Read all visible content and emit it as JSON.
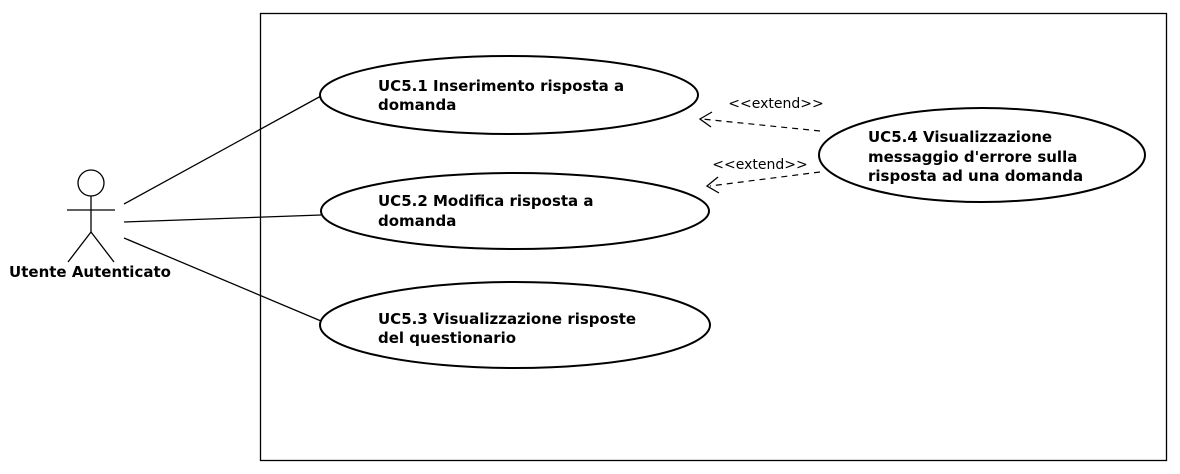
{
  "actor": {
    "name": "Utente Autenticato"
  },
  "use_cases": [
    {
      "id": "uc51",
      "lines": [
        "UC5.1 Inserimento risposta a",
        "domanda"
      ]
    },
    {
      "id": "uc52",
      "lines": [
        "UC5.2 Modifica risposta a",
        "domanda"
      ]
    },
    {
      "id": "uc53",
      "lines": [
        "UC5.3 Visualizzazione risposte",
        "del questionario"
      ]
    },
    {
      "id": "uc54",
      "lines": [
        "UC5.4 Visualizzazione",
        "messaggio d'errore sulla",
        "risposta ad una domanda"
      ]
    }
  ],
  "relations": {
    "extend_1": "<<extend>>",
    "extend_2": "<<extend>>"
  }
}
